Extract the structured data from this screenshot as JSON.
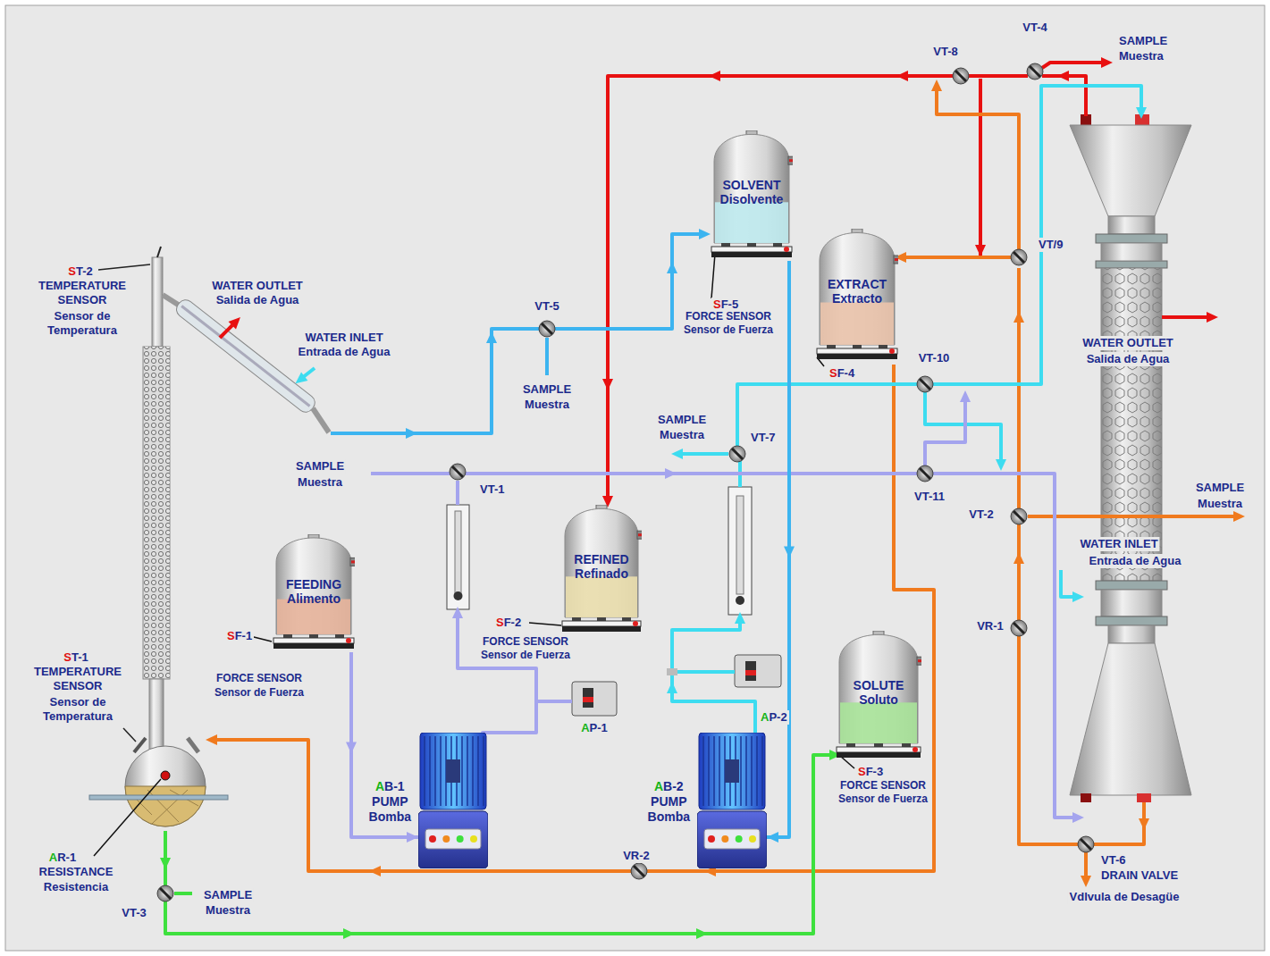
{
  "diagram": {
    "nodes": [
      {
        "text": [
          "SOLVENT",
          "Disolvente"
        ]
      },
      {
        "text": [
          "EXTRACT",
          "Extracto"
        ]
      },
      {
        "text": [
          "FEEDING",
          "Alimento"
        ]
      },
      {
        "text": [
          "REFINED",
          "Refinado"
        ]
      },
      {
        "text": [
          "SOLUTE",
          "Soluto"
        ]
      },
      {
        "text": [
          "AB-1",
          "PUMP",
          "Bomba"
        ]
      },
      {
        "text": [
          "AB-2",
          "PUMP",
          "Bomba"
        ]
      }
    ],
    "edges": [
      {
        "from": 2,
        "to": 5,
        "arrow": "to"
      },
      {
        "from": 0,
        "to": 6,
        "arrow": "to"
      }
    ],
    "labels": [
      "ST-2",
      "TEMPERATURE SENSOR",
      "Sensor de Temperatura",
      "WATER OUTLET",
      "Salida de Agua",
      "WATER INLET",
      "Entrada de Agua",
      "VT-5",
      "SAMPLE",
      "Muestra",
      "SF-5",
      "FORCE SENSOR",
      "Sensor de Fuerza",
      "VT-8",
      "VT-4",
      "SAMPLE",
      "Muestra",
      "VT/9",
      "SF-4",
      "VT-10",
      "WATER OUTLET",
      "Salida de Agua",
      "SAMPLE",
      "Muestra",
      "VT-7",
      "SAMPLE",
      "Muestra",
      "VT-1",
      "VT-11",
      "VT-2",
      "SAMPLE",
      "Muestra",
      "WATER INLET",
      "Entrada de Agua",
      "VR-1",
      "SF-2",
      "FORCE SENSOR",
      "Sensor de Fuerza",
      "SF-1",
      "FORCE SENSOR",
      "Sensor de Fuerza",
      "ST-1",
      "TEMPERATURE SENSOR",
      "Sensor de Temperatura",
      "AP-1",
      "AP-2",
      "SF-3",
      "FORCE SENSOR",
      "Sensor de Fuerza",
      "AR-1",
      "RESISTANCE",
      "Resistencia",
      "VT-3",
      "SAMPLE",
      "Muestra",
      "VR-2",
      "VT-6",
      "DRAIN VALVE",
      "Vdlvula de Desagüe"
    ]
  }
}
